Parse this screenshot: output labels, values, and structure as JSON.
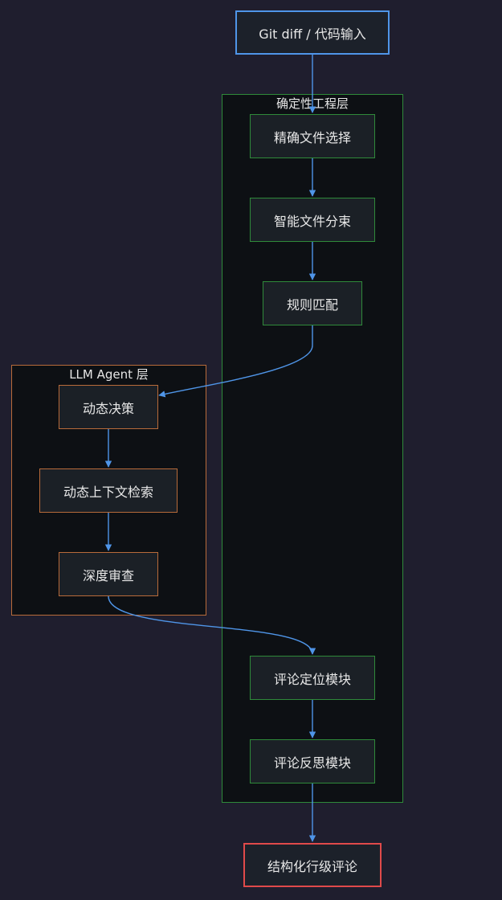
{
  "diagram": {
    "input_node": {
      "label": "Git diff / 代码输入",
      "border_color": "#4f95e8"
    },
    "output_node": {
      "label": "结构化行级评论",
      "border_color": "#e04a4a"
    },
    "deterministic_layer": {
      "title": "确定性工程层",
      "border_color": "#2f8a3a",
      "nodes": {
        "file_select": "精确文件选择",
        "file_bundle": "智能文件分束",
        "rule_match": "规则匹配",
        "comment_locate": "评论定位模块",
        "comment_reflect": "评论反思模块"
      }
    },
    "agent_layer": {
      "title": "LLM Agent 层",
      "border_color": "#b86b3a",
      "nodes": {
        "dynamic_decision": "动态决策",
        "context_retrieval": "动态上下文检索",
        "deep_review": "深度审查"
      }
    },
    "edge_color": "#4f95e8",
    "background_color": "#1f1e2e"
  }
}
